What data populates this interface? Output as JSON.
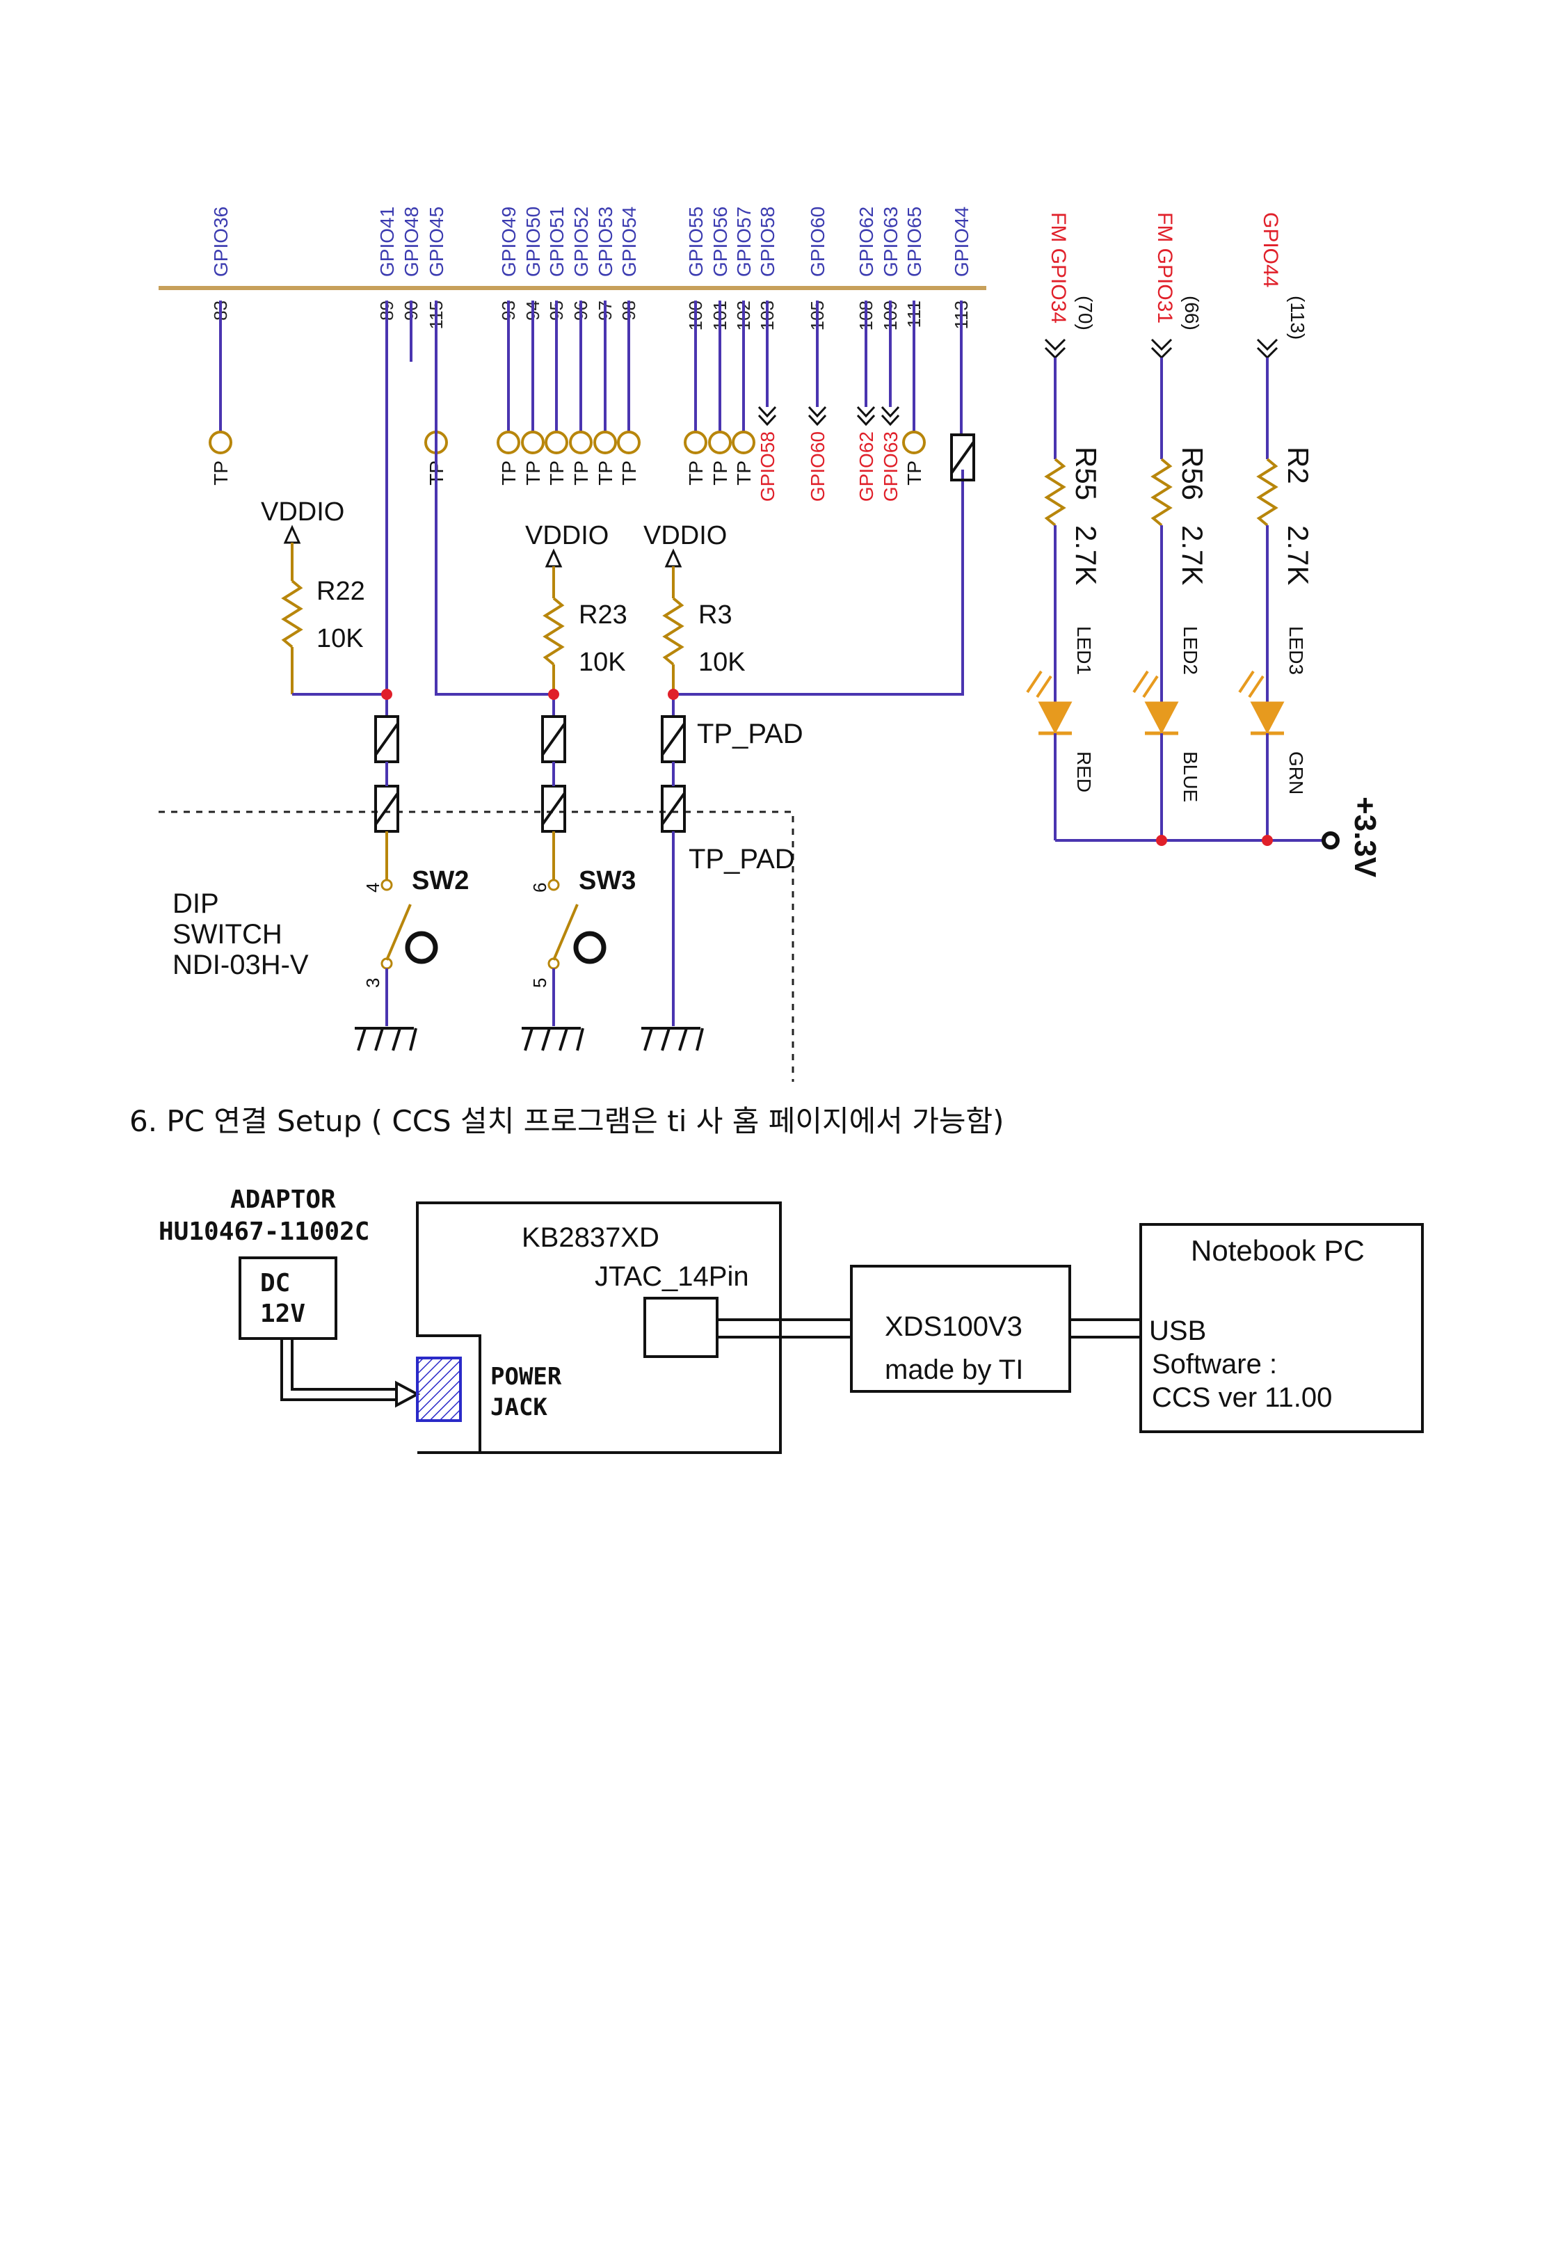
{
  "schematic": {
    "bus_pins": [
      {
        "gpio": "GPIO36",
        "pin": "83"
      },
      {
        "gpio": "GPIO41",
        "pin": "89"
      },
      {
        "gpio": "GPIO48",
        "pin": "90"
      },
      {
        "gpio": "GPIO45",
        "pin": "115"
      },
      {
        "gpio": "GPIO49",
        "pin": "93"
      },
      {
        "gpio": "GPIO50",
        "pin": "94"
      },
      {
        "gpio": "GPIO51",
        "pin": "95"
      },
      {
        "gpio": "GPIO52",
        "pin": "96"
      },
      {
        "gpio": "GPIO53",
        "pin": "97"
      },
      {
        "gpio": "GPIO54",
        "pin": "98"
      },
      {
        "gpio": "GPIO55",
        "pin": "100"
      },
      {
        "gpio": "GPIO56",
        "pin": "101"
      },
      {
        "gpio": "GPIO57",
        "pin": "102"
      },
      {
        "gpio": "GPIO58",
        "pin": "103"
      },
      {
        "gpio": "GPIO60",
        "pin": "105"
      },
      {
        "gpio": "GPIO62",
        "pin": "108"
      },
      {
        "gpio": "GPIO63",
        "pin": "109"
      },
      {
        "gpio": "GPIO65",
        "pin": "111"
      },
      {
        "gpio": "GPIO44",
        "pin": "113"
      }
    ],
    "tp_label": "TP",
    "net_labels": [
      "GPIO58",
      "GPIO60",
      "GPIO62",
      "GPIO63"
    ],
    "vddio": "VDDIO",
    "resistors": [
      {
        "ref": "R22",
        "value": "10K"
      },
      {
        "ref": "R23",
        "value": "10K"
      },
      {
        "ref": "R3",
        "value": "10K"
      }
    ],
    "tp_pad": "TP_PAD",
    "switches": [
      {
        "ref": "SW2",
        "pin_top": "4",
        "pin_bottom": "3"
      },
      {
        "ref": "SW3",
        "pin_top": "6",
        "pin_bottom": "5"
      }
    ],
    "dip_switch": [
      "DIP",
      "SWITCH",
      "NDI-03H-V"
    ],
    "leds": [
      {
        "net": "FM GPIO34",
        "pin": "(70)",
        "ref": "R55",
        "value": "2.7K",
        "led": "LED1",
        "color": "RED"
      },
      {
        "net": "FM GPIO31",
        "pin": "(66)",
        "ref": "R56",
        "value": "2.7K",
        "led": "LED2",
        "color": "BLUE"
      },
      {
        "net": "GPIO44",
        "pin": "(113)",
        "ref": "R2",
        "value": "2.7K",
        "led": "LED3",
        "color": "GRN"
      }
    ],
    "supply": "+3.3V"
  },
  "section_caption": "6. PC 연결 Setup ( CCS 설치 프로그램은 ti 사 홈 페이지에서 가능함)",
  "setup": {
    "adaptor_title": "ADAPTOR",
    "adaptor_model": "HU10467-11002C",
    "dc_line1": "DC",
    "dc_line2": "12V",
    "power_jack_line1": "POWER",
    "power_jack_line2": "JACK",
    "board": "KB2837XD",
    "jtag": "JTAC_14Pin",
    "debugger_line1": "XDS100V3",
    "debugger_line2": "made by TI",
    "pc": "Notebook PC",
    "pc_line1": "USB",
    "pc_line2": "Software :",
    "pc_line3": "CCS ver 11.00"
  },
  "colors": {
    "wire": "#4a35b0",
    "pin": "#b8860b",
    "net_label": "#e0202a",
    "gpio_text": "#3b3bb0",
    "junction": "#e0202a",
    "led_fill": "#e79a1e",
    "text": "#111111"
  }
}
